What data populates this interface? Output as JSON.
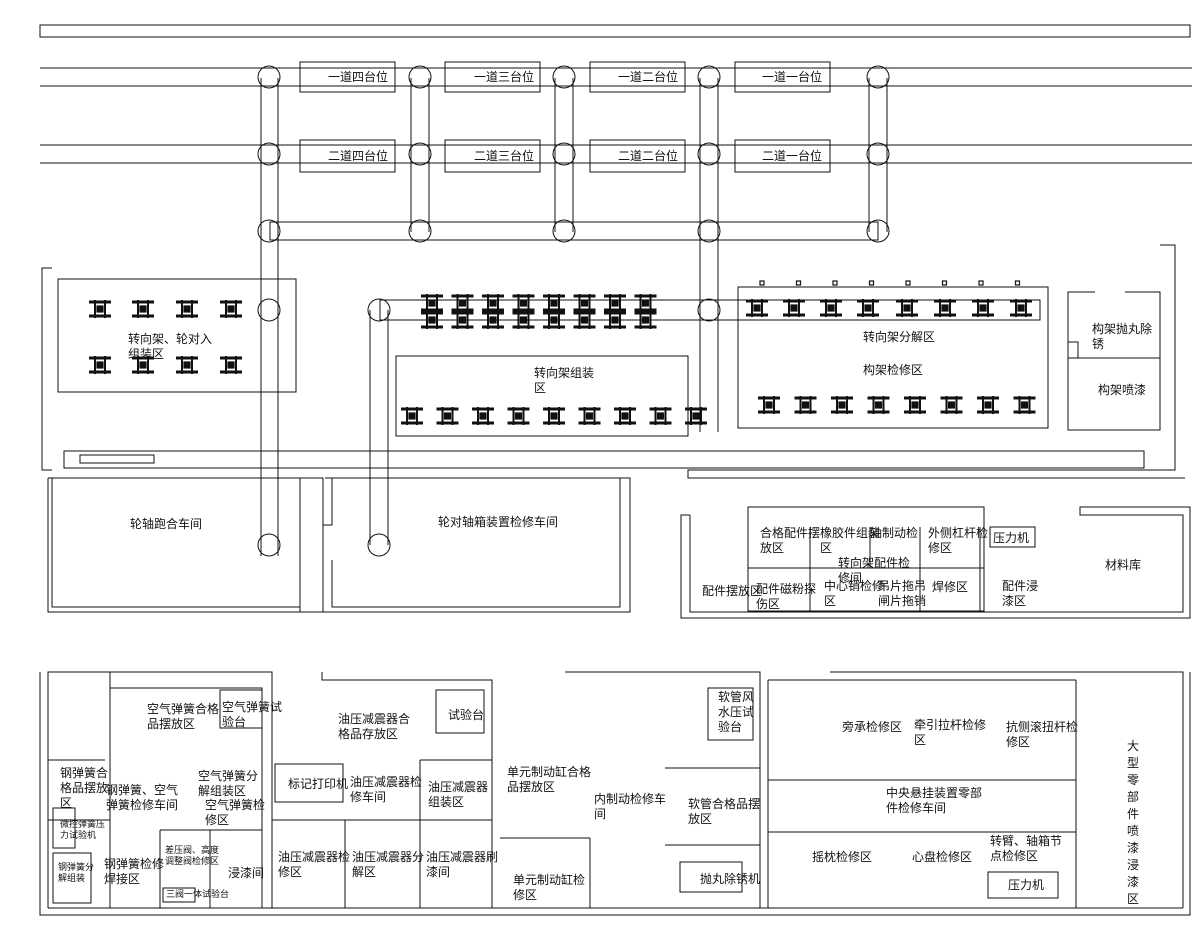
{
  "track_stations": {
    "line1": [
      "一道四台位",
      "一道三台位",
      "一道二台位",
      "一道一台位"
    ],
    "line2": [
      "二道四台位",
      "二道三台位",
      "二道二台位",
      "二道一台位"
    ]
  },
  "areas": {
    "bogie_wheel_left": "转向架、轮对入组装区",
    "bogie_assembly": "转向架组装区",
    "bogie_disassembly": "转向架分解区",
    "frame_repair": "构架检修区",
    "frame_shot_blast": "构架抛丸除锈",
    "frame_painting": "构架喷漆",
    "wheelset_running": "轮轴跑合车间",
    "wheelset_axlebox": "轮对轴箱装置检修车间",
    "qualified_parts": "合格配件摆放区",
    "rubber_parts": "橡胶件组装区",
    "brake_parts": "轴制动检",
    "outer_lever": "外侧杠杆检修区",
    "press1": "压力机",
    "bogie_parts_workshop": "转向架配件检修间",
    "parts_storage": "配件摆放区",
    "magnetic_inspection": "配件磁粉探伤区",
    "center_pin": "中心销检修区",
    "hanger": "吊片拖吊闸片拖销",
    "welding": "焊修区",
    "parts_dip": "配件浸漆区",
    "material_store": "材料库"
  },
  "bottom_left": {
    "air_spring_qualified": "空气弹簧合格品摆放区",
    "air_spring_test": "空气弹簧试验台",
    "spring_qualified": "钢弹簧合格品摆放区",
    "spring_air_repair": "钢弹簧、空气弹簧检修车间",
    "air_spring_disassembly": "空气弹簧分解组装区",
    "air_spring_repair": "空气弹簧检修区",
    "micro_spring_press": "微控弹簧压力试验机",
    "spring_dis": "钢弹簧分解组装",
    "spring_weld": "钢弹簧检修焊接区",
    "valve_repair": "差压阀、高度调整阀检修区",
    "triple_valve": "三阀一体试验台",
    "dip_room": "浸漆间",
    "marking_printer": "标记打印机"
  },
  "bottom_center": {
    "damper_qualified": "油压减震器合格品存放区",
    "test_bench": "试验台",
    "damper_repair": "油压减震器检修车间",
    "damper_assembly": "油压减震器组装区",
    "damper_inspect": "油压减震器检修区",
    "damper_disassembly": "油压减震器分解区",
    "damper_paint": "油压减震器刷漆间",
    "brake_cyl_qualified": "单元制动缸合格品摆放区",
    "brake_room": "内制动检修车间",
    "hose_test": "软管风水压试验台",
    "hose_qualified": "软管合格品摆放区",
    "brake_cyl_repair": "单元制动缸检修区",
    "shot_blast": "抛丸除锈机"
  },
  "bottom_right": {
    "side_bearing": "旁承检修区",
    "traction_rod": "牵引拉杆检修区",
    "anti_roll": "抗侧滚扭杆检修区",
    "large_parts_paint": "大型零部件喷漆浸漆区",
    "central_suspension": "中央悬挂装置零部件检修车间",
    "bolster": "摇枕检修区",
    "center_plate": "心盘检修区",
    "arm_node": "转臂、轴箱节点检修区",
    "press2": "压力机"
  }
}
